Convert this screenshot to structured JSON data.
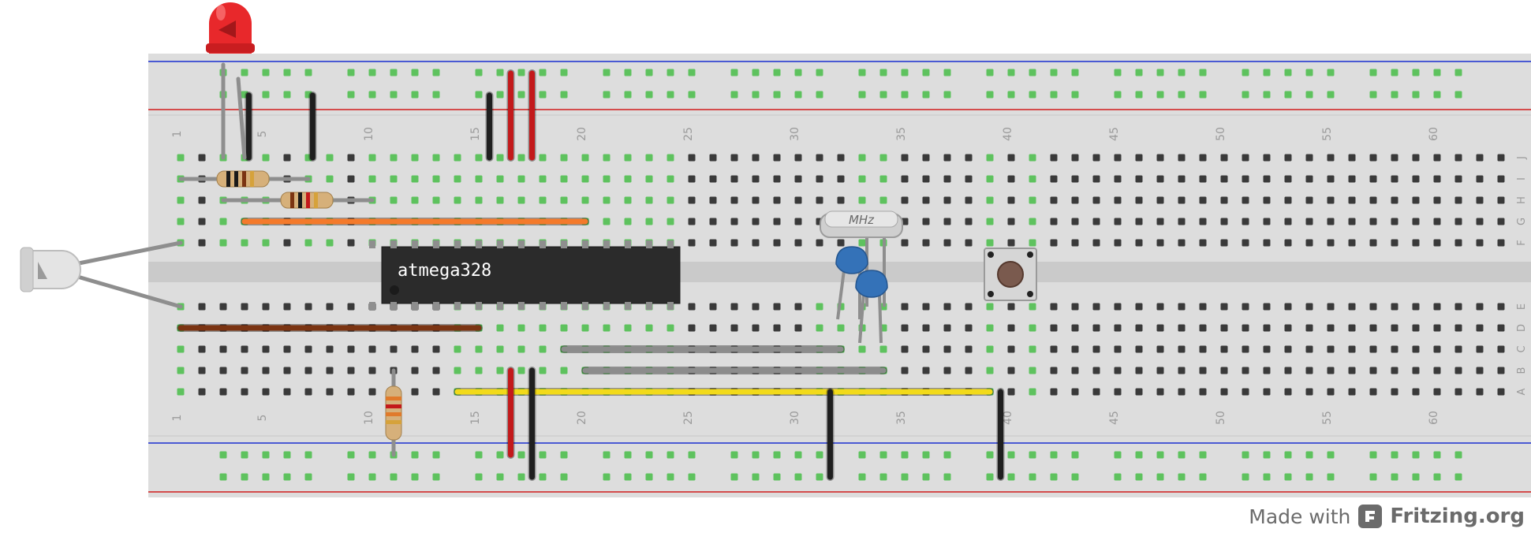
{
  "breadboard": {
    "columns": 63,
    "column_labels": [
      "1",
      "5",
      "10",
      "15",
      "20",
      "25",
      "30",
      "35",
      "40",
      "45",
      "50",
      "55",
      "60"
    ],
    "row_labels_top": [
      "J",
      "I",
      "H",
      "G",
      "F"
    ],
    "row_labels_bottom": [
      "E",
      "D",
      "C",
      "B",
      "A"
    ],
    "colors": {
      "board": "#dddddd",
      "rail_blue": "#1a2fd0",
      "rail_red": "#d21c1c",
      "hole": "#3a3a3a",
      "hole_connected": "#5ec25e"
    }
  },
  "components": {
    "chip_label": "atmega328",
    "crystal_label": "MHz"
  },
  "wire_colors": {
    "black": "#1f1f1f",
    "red": "#c3191b",
    "orange": "#f47a2b",
    "brown": "#7b3412",
    "gray": "#8c8c8c",
    "yellow": "#f2da1a"
  },
  "footer": {
    "made_with": "Made with",
    "brand": "Fritzing.org",
    "logo_icon": "fritzing-logo-icon"
  }
}
